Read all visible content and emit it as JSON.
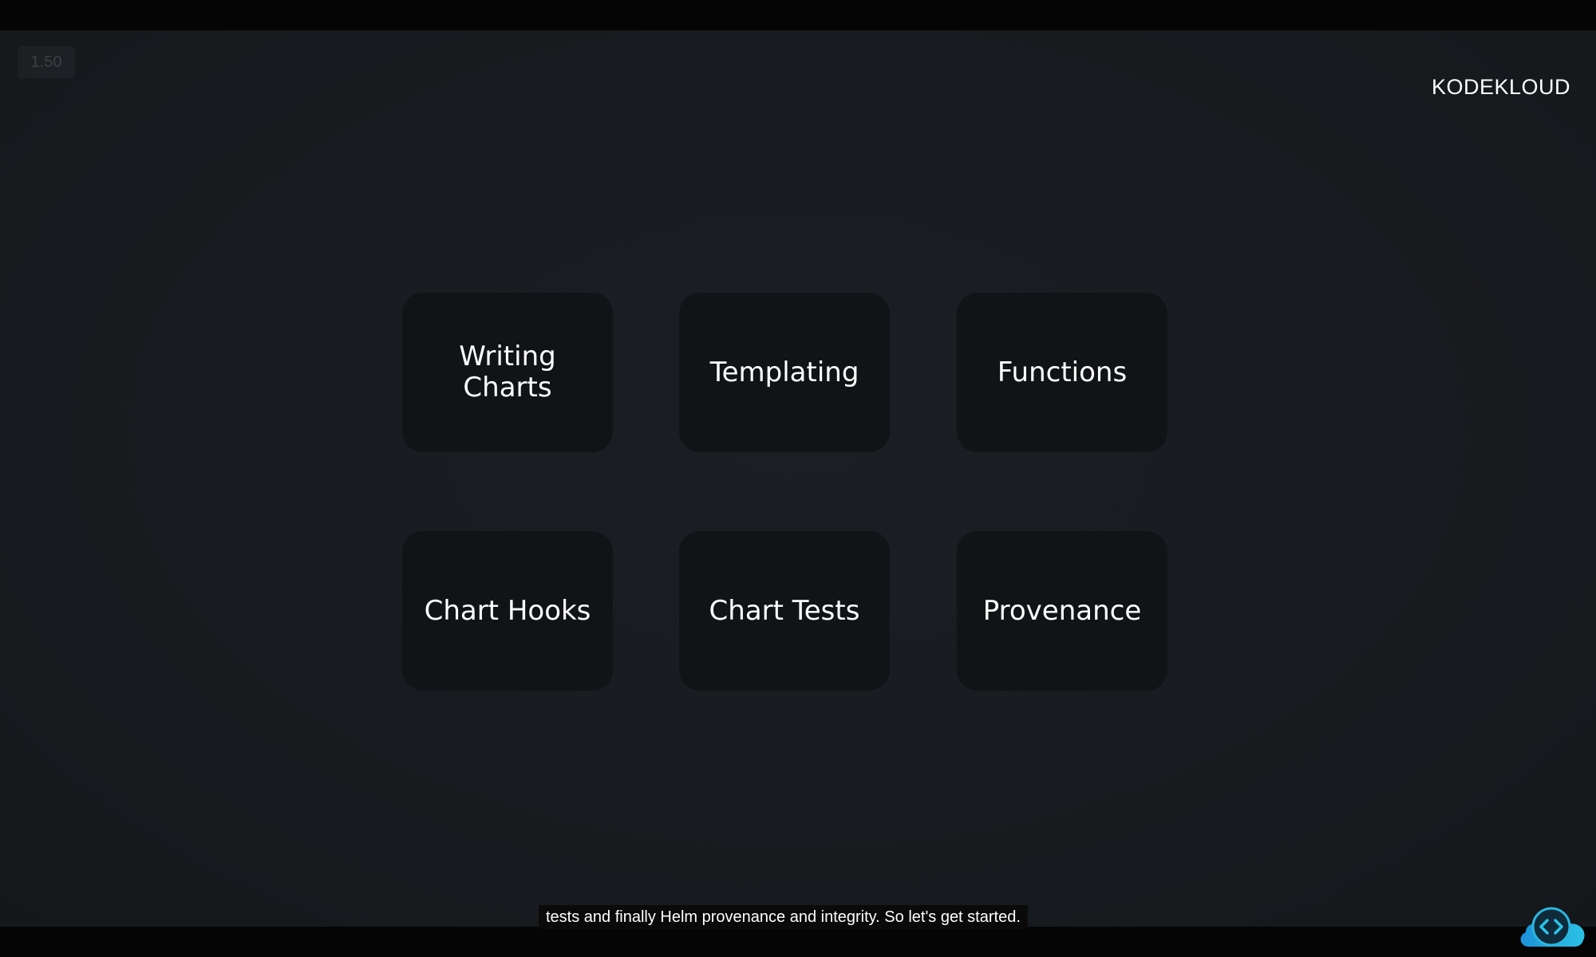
{
  "player": {
    "speed": "1.50"
  },
  "brand": {
    "name": "KODEKLOUD"
  },
  "topics": [
    {
      "label": "Writing Charts"
    },
    {
      "label": "Templating"
    },
    {
      "label": "Functions"
    },
    {
      "label": "Chart Hooks"
    },
    {
      "label": "Chart Tests"
    },
    {
      "label": "Provenance"
    }
  ],
  "caption": {
    "text": "tests and finally Helm provenance and integrity. So let's get started."
  },
  "widget": {
    "icon": "code-brackets-icon"
  },
  "colors": {
    "background": "#181b1f",
    "tile": "#111417",
    "widget_blue": "#1e90d8",
    "widget_cyan": "#2bb6e0"
  }
}
